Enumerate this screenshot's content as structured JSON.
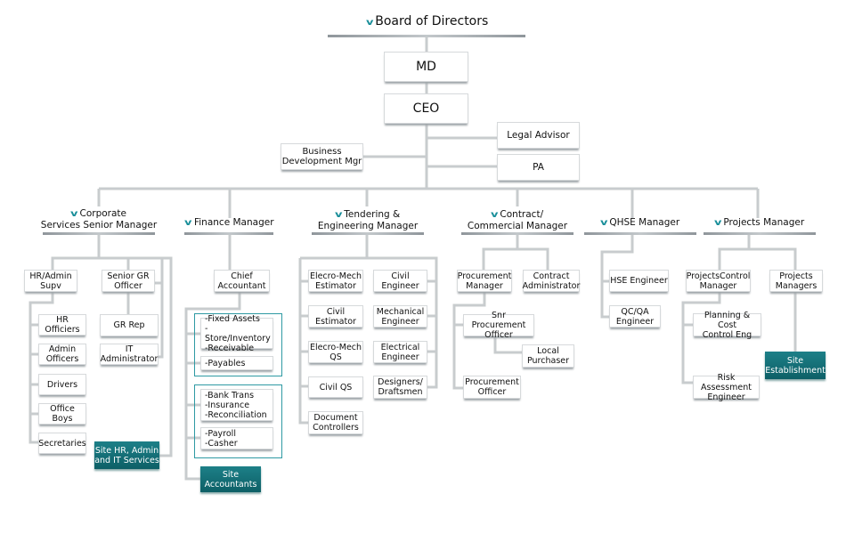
{
  "board": {
    "label": "Board of Directors",
    "icon": "chevron-down-icon"
  },
  "md": "MD",
  "ceo": "CEO",
  "legal_advisor": "Legal Advisor",
  "pa": "PA",
  "business_development": "Business\nDevelopment Mgr",
  "departments": [
    {
      "label": "Corporate\nServices Senior Manager"
    },
    {
      "label": "Finance Manager"
    },
    {
      "label": "Tendering &\nEngineering Manager"
    },
    {
      "label": "Contract/\nCommercial Manager"
    },
    {
      "label": "QHSE Manager"
    },
    {
      "label": "Projects Manager"
    }
  ],
  "corporate": {
    "hr_admin_supv": "HR/Admin\nSupv",
    "senior_gr_officer": "Senior GR\nOfficer",
    "hr_officiers": "HR\nOfficiers",
    "admin_officers": "Admin\nOfficers",
    "drivers": "Drivers",
    "office_boys": "Office\nBoys",
    "secretaries": "Secretaries",
    "gr_rep": "GR Rep",
    "it_administrator": "IT\nAdministrator",
    "site_services": "Site HR, Admin\nand IT Services"
  },
  "finance": {
    "chief_accountant": "Chief\nAccountant",
    "fixed_assets": "-Fixed Assets\n-Store/Inventory\n-Receivable",
    "payables": "-Payables",
    "bank_trans": "-Bank Trans\n-Insurance\n-Reconciliation",
    "payroll": "-Payroll\n-Casher",
    "site_accountants": "Site\nAccountants"
  },
  "tendering": {
    "left": [
      "Elecro-Mech\nEstimator",
      "Civil\nEstimator",
      "Elecro-Mech\nQS",
      "Civil QS",
      "Document\nControllers"
    ],
    "right": [
      "Civil\nEngineer",
      "Mechanical\nEngineer",
      "Electrical\nEngineer",
      "Designers/\nDraftsmen"
    ]
  },
  "contract": {
    "procurement_manager": "Procurement\nManager",
    "contract_administrator": "Contract\nAdministrator",
    "snr_procurement_officer": "Snr Procurement\nOfficer",
    "local_purchaser": "Local\nPurchaser",
    "procurement_officer": "Procurement\nOfficer"
  },
  "qhse": {
    "hse_engineer": "HSE Engineer",
    "qc_qa_engineer": "QC/QA\nEngineer"
  },
  "projects": {
    "projects_control_manager": "ProjectsControl\nManager",
    "projects_managers": "Projects\nManagers",
    "planning_cost": "Planning & Cost\nControl Eng",
    "risk_assessment": "Risk Assessment\nEngineer",
    "site_establishment": "Site\nEstablishment"
  },
  "colors": {
    "connector": "#c8ccce",
    "teal": "#0f6a70",
    "accent": "#1a8f9a"
  }
}
